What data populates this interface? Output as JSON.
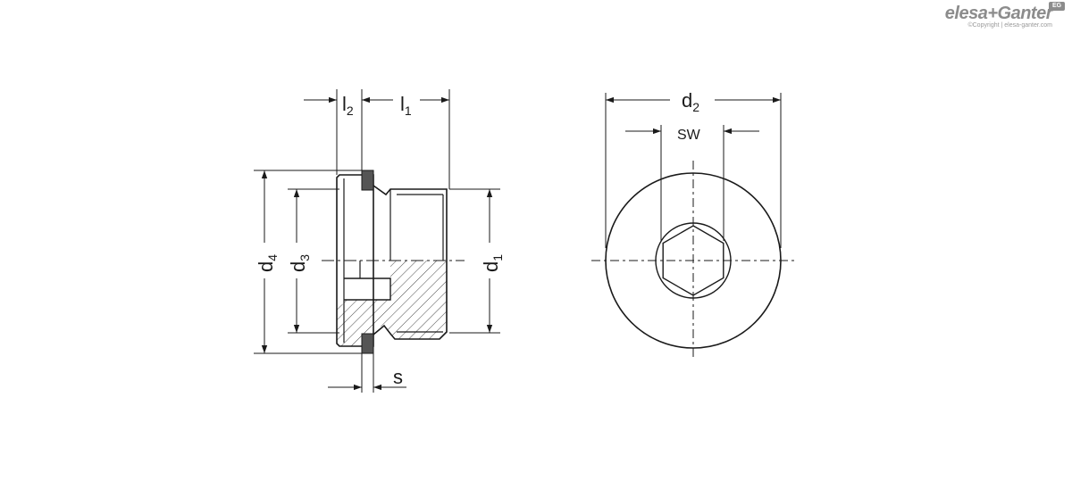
{
  "brand": {
    "name": "elesa+Ganter",
    "copyright": "©Copyright | elesa-ganter.com",
    "badge": "EG"
  },
  "labels": {
    "l2": {
      "main": "l",
      "sub": "2"
    },
    "l1": {
      "main": "l",
      "sub": "1"
    },
    "d4": {
      "main": "d",
      "sub": "4"
    },
    "d3": {
      "main": "d",
      "sub": "3"
    },
    "d1": {
      "main": "d",
      "sub": "1"
    },
    "d2": {
      "main": "d",
      "sub": "2"
    },
    "sw": "SW",
    "s": "s"
  },
  "colors": {
    "line": "#1a1a1a",
    "seal": "#555555",
    "brand": "#8c8c8c"
  }
}
